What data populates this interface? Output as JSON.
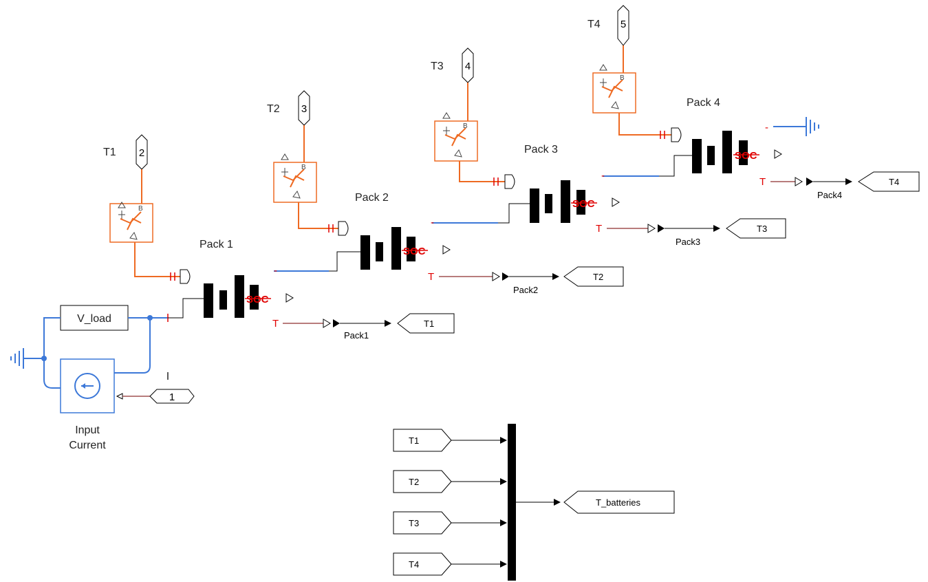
{
  "diagram": {
    "ports": [
      {
        "label": "T1",
        "number": "2"
      },
      {
        "label": "T2",
        "number": "3"
      },
      {
        "label": "T3",
        "number": "4"
      },
      {
        "label": "T4",
        "number": "5"
      }
    ],
    "packs": [
      {
        "name": "Pack 1",
        "signal": "Pack1",
        "goto": "T1"
      },
      {
        "name": "Pack 2",
        "signal": "Pack2",
        "goto": "T2"
      },
      {
        "name": "Pack 3",
        "signal": "Pack3",
        "goto": "T3"
      },
      {
        "name": "Pack 4",
        "signal": "Pack4",
        "goto": "T4"
      }
    ],
    "soc_label": "SOC",
    "t_label": "T",
    "minus_label": "-",
    "v_load_label": "V_load",
    "input_current_label_line1": "Input",
    "input_current_label_line2": "Current",
    "current_signal_label": "I",
    "current_inport_number": "1",
    "from_tags": [
      "T1",
      "T2",
      "T3",
      "T4"
    ],
    "output_tag": "T_batteries"
  }
}
